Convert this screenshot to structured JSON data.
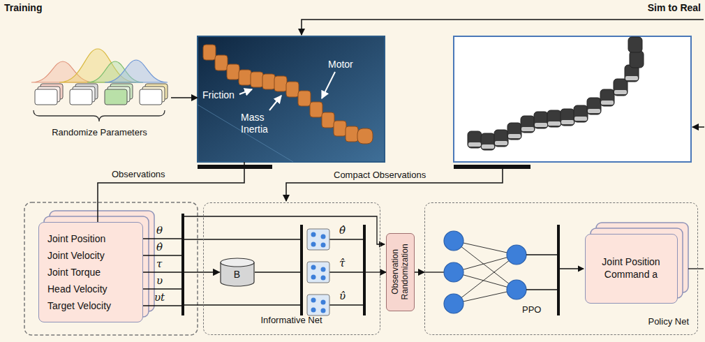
{
  "diagram": {
    "nodes": [
      {
        "text": [
          "Randomize Parameters"
        ]
      },
      {
        "text": [
          "Friction",
          "Motor",
          "Mass Inertia"
        ]
      },
      {
        "text": [
          "Joint Position",
          "Joint Velocity",
          "Joint Torque",
          "Head Velocity",
          "Target Velocity"
        ]
      },
      {
        "text": [
          "Informative Net"
        ]
      },
      {
        "text": [
          "B"
        ],
        "in": 3
      },
      {
        "text": [
          "Observation Randomization"
        ]
      },
      {
        "text": [
          "Policy Net"
        ]
      },
      {
        "text": [
          "Joint Position Command a"
        ],
        "in": 6
      }
    ],
    "edges": [
      {
        "from": 0,
        "to": 1,
        "arrow": "to"
      },
      {
        "from": 1,
        "to": 2,
        "label": "Observations",
        "arrow": "none"
      },
      {
        "from": 2,
        "to": 4,
        "arrow": "to"
      },
      {
        "from": 3,
        "to": 5,
        "arrow": "to"
      },
      {
        "from": 5,
        "to": 6,
        "arrow": "to"
      }
    ],
    "labels": [
      "Training",
      "Sim to Real",
      "Compact Observations",
      "θ",
      "θ̇",
      "τ",
      "υ",
      "υt",
      "θ̂",
      "τ̂",
      "υ̂",
      "PPO"
    ]
  }
}
